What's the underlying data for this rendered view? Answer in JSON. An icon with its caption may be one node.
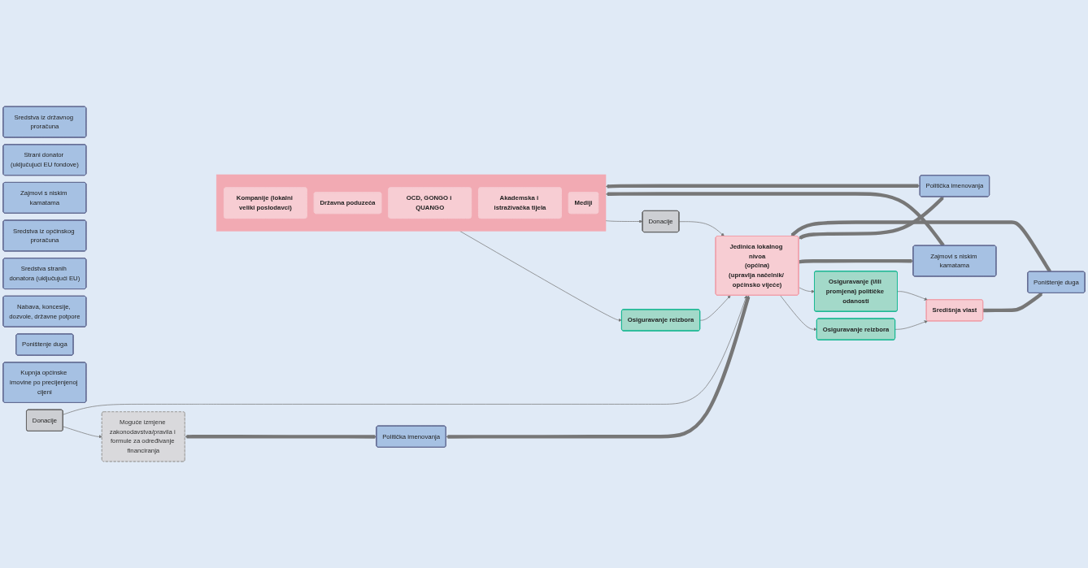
{
  "diagram": {
    "nodes": [
      {
        "text": [
          "Središnja vlast"
        ]
      },
      {
        "text": [
          "Moguće izmjene zakonodavstva/pravila i formule za određivanje financiranja"
        ]
      },
      {
        "text": [
          "Osiguravanje reizbora"
        ]
      },
      {
        "text": [
          "Osiguravanje (i/ili promjena) političke odanosti"
        ]
      },
      {
        "text": [
          "Sredstva iz državnog proračuna"
        ]
      },
      {
        "text": [
          "Strani donator (uključujući EU fondove)"
        ]
      },
      {
        "text": [
          "Poništenje duga"
        ]
      },
      {
        "text": [
          "Zajmovi s niskim kamatama"
        ]
      },
      {
        "text": [
          "Politička imenovanja"
        ]
      },
      {
        "text": [
          "Jedinica lokalnog nivoa",
          "(općina)",
          "(upravlja načelnik/ općinsko vijeće)"
        ]
      },
      {
        "text": [
          "Osiguravanje reizbora"
        ]
      },
      {
        "text": [
          "Sredstva iz općinskog proračuna"
        ]
      },
      {
        "text": [
          "Sredstva stranih donatora (uključujući EU)"
        ]
      },
      {
        "text": [
          "Nabava, koncesije, dozvole, državne potpore"
        ]
      },
      {
        "text": [
          "Poništenje duga"
        ]
      },
      {
        "text": [
          "Zajmovi s niskim kamatama"
        ]
      },
      {
        "text": [
          "Kupnja općinske imovine po precijenjenoj cijeni"
        ]
      },
      {
        "text": [
          "Politička imenovanja"
        ]
      },
      {
        "text": [],
        "shape": "box"
      },
      {
        "text": [
          "Kompanije (lokalni veliki poslodavci)"
        ],
        "in": 18
      },
      {
        "text": [
          "Državna poduzeća"
        ],
        "in": 18
      },
      {
        "text": [
          "OCD, GONGO i QUANGO"
        ],
        "in": 18
      },
      {
        "text": [
          "Akademska i istraživačka tijela"
        ],
        "in": 18
      },
      {
        "text": [
          "Mediji"
        ],
        "in": 18
      },
      {
        "text": [
          "Donacije"
        ]
      },
      {
        "text": [
          "Donacije"
        ]
      }
    ],
    "edges": [
      {
        "from": 2,
        "to": 0,
        "arrow": "to"
      },
      {
        "from": 3,
        "to": 0,
        "arrow": "to"
      },
      {
        "from": 9,
        "to": 2,
        "arrow": "to"
      },
      {
        "from": 9,
        "to": 3,
        "arrow": "to"
      },
      {
        "from": 10,
        "to": 9,
        "arrow": "to"
      },
      {
        "from": 18,
        "to": 10,
        "arrow": "to"
      },
      {
        "from": 0,
        "to": 6,
        "arrow": "to",
        "style": "thick"
      },
      {
        "from": 6,
        "to": 9,
        "arrow": "to",
        "style": "thick"
      },
      {
        "from": 9,
        "to": 15,
        "arrow": "to",
        "style": "thick"
      },
      {
        "from": 15,
        "to": 18,
        "arrow": "to",
        "style": "thick"
      },
      {
        "from": 1,
        "to": 8,
        "arrow": "both",
        "style": "thick"
      },
      {
        "from": 8,
        "to": 9,
        "arrow": "both",
        "style": "thick"
      },
      {
        "from": 9,
        "to": 17,
        "arrow": "both",
        "style": "thick"
      },
      {
        "from": 17,
        "to": 18,
        "arrow": "both",
        "style": "thick"
      },
      {
        "from": 24,
        "to": 1,
        "arrow": "to"
      },
      {
        "from": 24,
        "to": 9,
        "arrow": "to"
      },
      {
        "from": 25,
        "to": 9,
        "arrow": "to"
      },
      {
        "from": 18,
        "to": 25,
        "arrow": "to"
      }
    ]
  }
}
